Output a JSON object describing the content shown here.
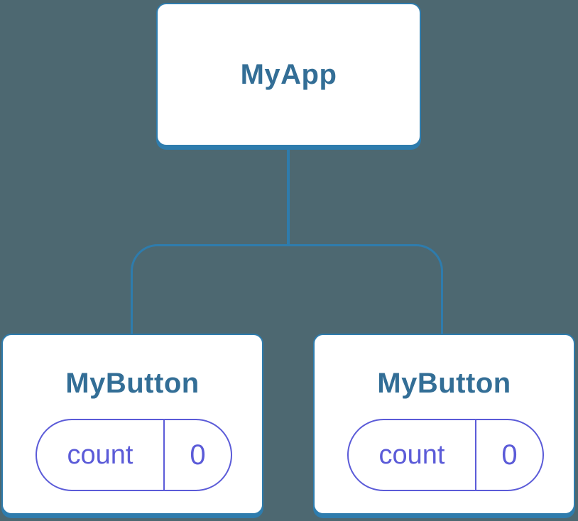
{
  "colors": {
    "background": "#4D6871",
    "connector_blue": "#2E7CAD",
    "title_blue": "#336E96",
    "state_purple": "#5B5BD8",
    "node_background": "#FFFFFF"
  },
  "diagram": {
    "type": "component-tree",
    "root": {
      "label": "MyApp"
    },
    "children": [
      {
        "label": "MyButton",
        "state": {
          "key": "count",
          "value": "0"
        }
      },
      {
        "label": "MyButton",
        "state": {
          "key": "count",
          "value": "0"
        }
      }
    ]
  }
}
